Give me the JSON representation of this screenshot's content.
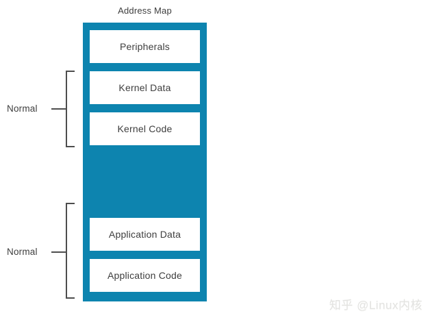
{
  "title": "Address Map",
  "column": {
    "blocks": [
      {
        "label": "Peripherals"
      },
      {
        "label": "Kernel Data"
      },
      {
        "label": "Kernel Code"
      },
      {
        "label": "Application Data"
      },
      {
        "label": "Application Code"
      }
    ]
  },
  "annotations": {
    "upper": {
      "label": "Normal"
    },
    "lower": {
      "label": "Normal"
    }
  },
  "watermark": {
    "text": "知乎 @Linux内核"
  },
  "colors": {
    "accent": "#0d84af",
    "line": "#4d4d4d",
    "text": "#3d3d3d",
    "watermark": "#e3e3e1"
  }
}
